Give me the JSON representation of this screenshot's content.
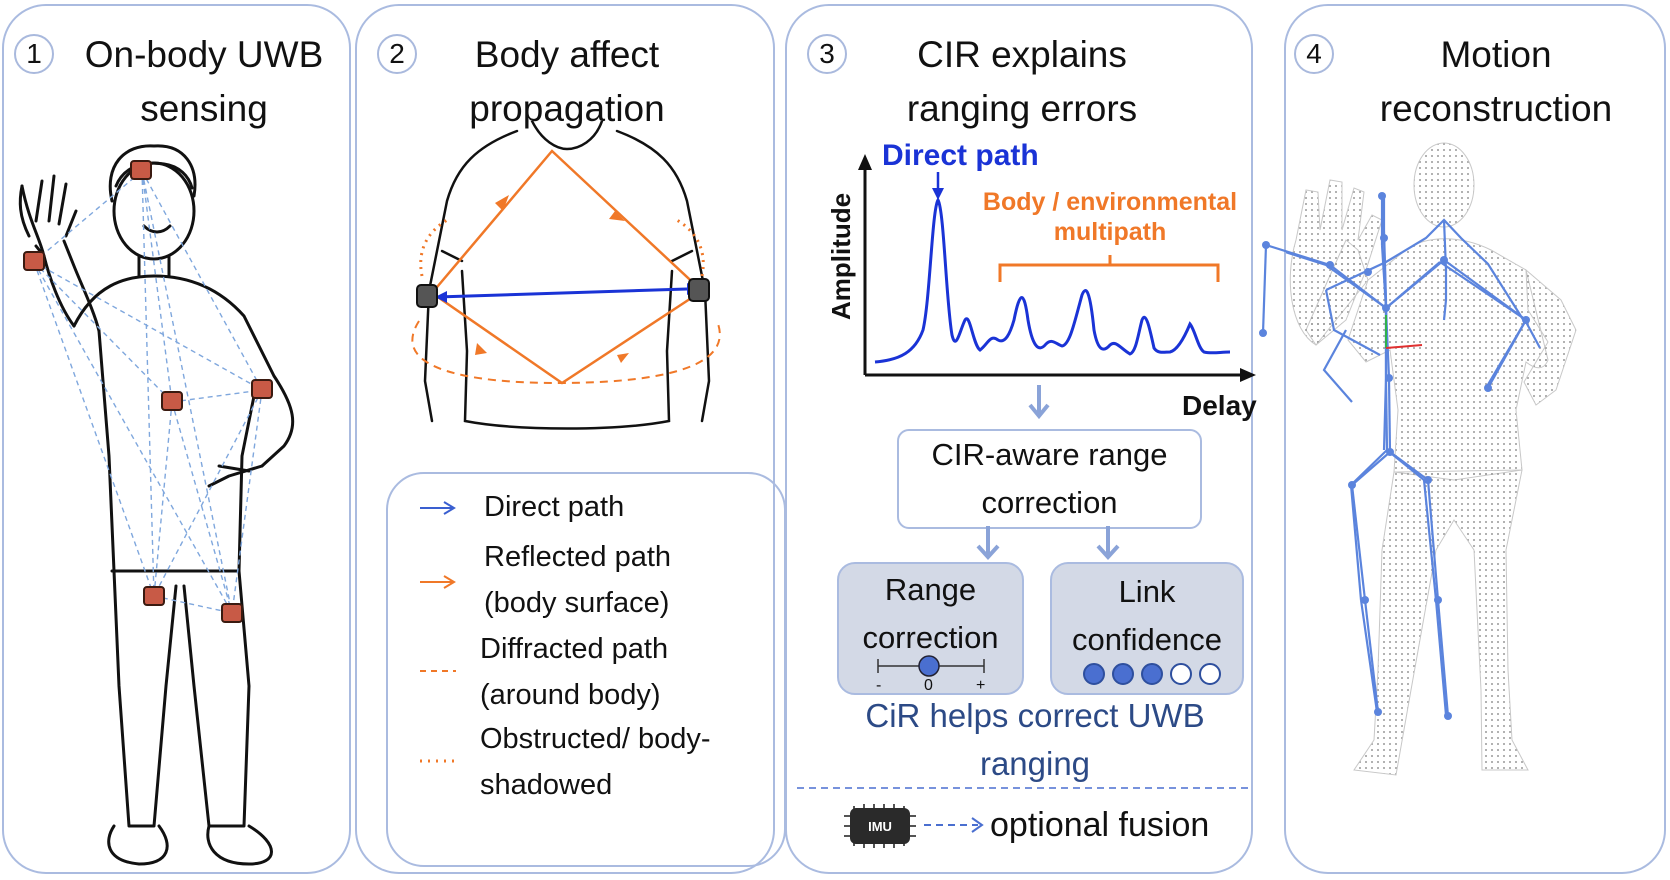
{
  "panels": [
    {
      "number": "1",
      "title": "On-body UWB sensing"
    },
    {
      "number": "2",
      "title": "Body affect propagation"
    },
    {
      "number": "3",
      "title": "CIR explains ranging errors"
    },
    {
      "number": "4",
      "title": "Motion reconstruction"
    }
  ],
  "legend": {
    "direct": "Direct path",
    "reflected": "Reflected path (body surface)",
    "diffracted": "Diffracted path (around body)",
    "obstructed": "Obstructed/ body-shadowed"
  },
  "cir_plot": {
    "ylabel": "Amplitude",
    "xlabel": "Delay",
    "direct_label": "Direct path",
    "multipath_label": "Body / environmental multipath"
  },
  "pipeline": {
    "cir_aware": "CIR-aware range correction",
    "range_correction": "Range correction",
    "link_confidence": "Link confidence",
    "slider_min": "-",
    "slider_mid": "0",
    "slider_max": "+",
    "confidence_filled": 3,
    "confidence_total": 5,
    "caption": "CiR helps correct UWB ranging",
    "imu_label": "IMU",
    "fusion": "optional fusion"
  },
  "colors": {
    "direct": "#1a33d6",
    "reflected": "#f07828",
    "sensor": "#c85a46",
    "skeleton": "#5b84dd",
    "panel_border": "#aabbe0"
  }
}
